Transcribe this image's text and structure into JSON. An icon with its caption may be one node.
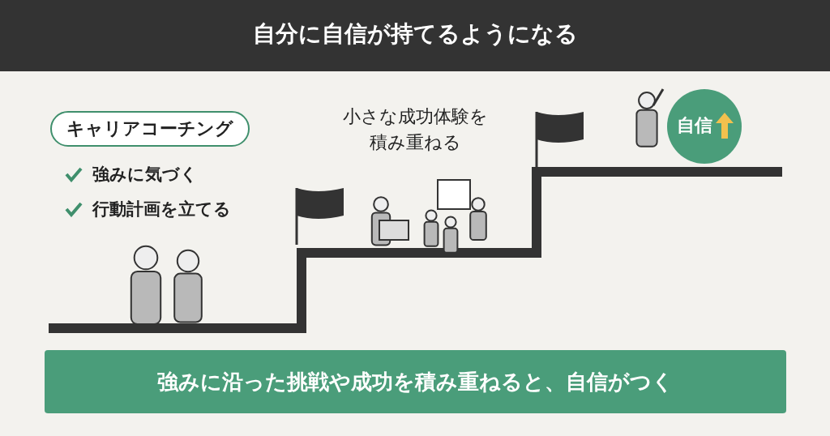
{
  "diagram": {
    "title": "自分に自信が持てるようになる",
    "caption": "強みに沿った挑戦や成功を積み重ねると、自信がつく",
    "nodes": [
      {
        "text": [
          "キャリアコーチング"
        ]
      },
      {
        "text": [
          "自信"
        ]
      }
    ],
    "labels": [
      "強みに気づく",
      "行動計画を立てる",
      "小さな成功体験を積み重ねる"
    ]
  }
}
